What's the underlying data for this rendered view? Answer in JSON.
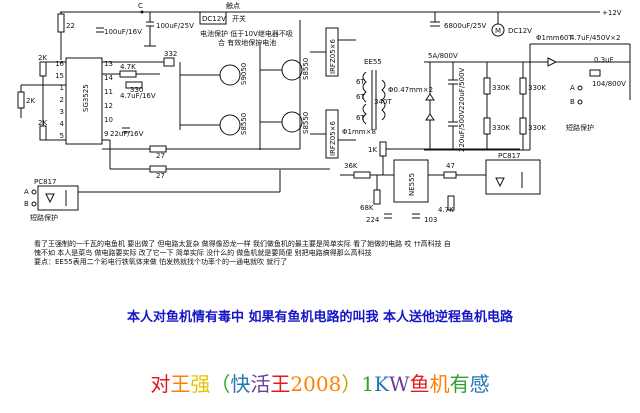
{
  "schematic": {
    "supply_top": "+12V",
    "contact": "触点",
    "switch": "开关",
    "relay": "DC12V",
    "relay_note_1": "电池保护  低于10V继电器不吸",
    "relay_note_2": "合  有效地保护电池",
    "ic_main": "SG3525",
    "ic_timer": "NE555",
    "optocoupler_left": "PC817",
    "optocoupler_right": "PC817",
    "short_protect_left": "短路保护",
    "short_protect_right": "短路保护",
    "fan": "DC12V",
    "pin_numbers_left": [
      "16",
      "15",
      "1",
      "2",
      "3",
      "4",
      "5"
    ],
    "pin_numbers_right": [
      "13",
      "14",
      "11",
      "12",
      "10",
      "9"
    ],
    "resistors": {
      "r22": "22",
      "r2k_a": "2K",
      "r2k_b": "2K",
      "r2k_c": "2K",
      "r4_7k": "4.7K",
      "r330": "330",
      "r332": "332",
      "r27_a": "27",
      "r27_b": "27",
      "r1k": "1K",
      "r36k": "36K",
      "r68k": "68K",
      "r47": "47",
      "r4_7k_b": "4.7K",
      "r330k_a": "330K",
      "r330k_b": "330K",
      "r330k_c": "330K",
      "r330k_d": "330K"
    },
    "capacitors": {
      "c100uf16": "100uF/16V",
      "c100uf25": "100uF/25V",
      "c4_7uf16": "4.7uF/16V",
      "c22uf16": "22uF/16V",
      "c6800uf": "6800uF/25V",
      "c220uf500_a": "220uF/500V",
      "c220uf500_b": "220uF/500V",
      "c4_7uf450": "4.7uF/450V×2",
      "c0_3uf": "0.3uF",
      "c104": "104/800V",
      "c224": "224",
      "c103": "103"
    },
    "transistors": {
      "q1": "S9050",
      "q2": "S8550",
      "q3": "S8550",
      "q4": "S8550"
    },
    "mosfet_top": "IRFZ05×6",
    "mosfet_bottom": "IRFZ05×6",
    "transformer": "EE55",
    "winding_primary": "Φ0.47mm×2",
    "winding_secondary": "340T",
    "winding_6t_a": "6T",
    "winding_6t_b": "6T",
    "winding_6t_c": "6T",
    "wire_1mm": "Φ1mm×8",
    "wire_1mm60t": "Φ1mm60T",
    "diode": "5A/800V",
    "terminal_a": "A",
    "terminal_b": "B"
  },
  "notes": [
    "看了王强制的一千瓦的电鱼机  要出做了  但电路太复杂  做得像恐龙一样  我们做鱼机的最主要是简单实际  看了她做的电路  哎  ††高科技  自",
    "愧不如  本人是菜鸟  做电路要实际  改了它一下  简单实际  没什么的  做鱼机就是要简便  别把电路搞得那么高科技",
    "  要点：EE55表用二个彩电行铁氧体来做   怕发热就找个功率个的一通电就吹  就行了"
  ],
  "banner": "本人对鱼机情有毒中  如果有鱼机电路的叫我  本人送他逆程鱼机电路",
  "author": [
    "对",
    "王",
    "强",
    "（",
    "快",
    "活",
    "王",
    "2008",
    "）",
    "1",
    "K",
    "W",
    "鱼",
    "机",
    "有",
    "感"
  ],
  "colors": {
    "banner": "#1515c8",
    "author": [
      "#e31a1c",
      "#ff7f00",
      "#e6c400",
      "#33a02c",
      "#1f78b4",
      "#6a3d9a",
      "#e31a1c",
      "#ff7f00",
      "#c9a200",
      "#33a02c",
      "#1f78b4",
      "#6a3d9a",
      "#e31a1c",
      "#ff7f00",
      "#33a02c",
      "#1f78b4"
    ]
  }
}
